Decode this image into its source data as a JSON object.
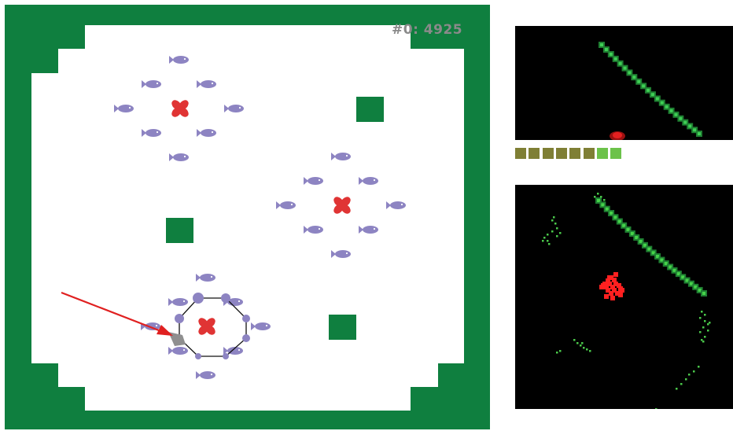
{
  "hud": {
    "score_text": "#0: 4925"
  },
  "colors": {
    "wall": "#0f7f3f",
    "floor": "#ffffff",
    "fish": "#8d84c2",
    "flower": "#e03434",
    "arrow": "#e02020",
    "sensor_outline": "#111111",
    "panel_bg": "#000000",
    "status_inactive": "#7f7f35",
    "status_active": "#6cc24a",
    "obs_snake": "#2aa84a",
    "obs_red": "#ff2020",
    "obs_dots": "#4ac84a"
  },
  "status_cells": [
    "inactive",
    "inactive",
    "inactive",
    "inactive",
    "inactive",
    "inactive",
    "active",
    "active"
  ],
  "icons": {
    "fish": "fish-icon",
    "flower": "flower-icon",
    "arrow": "arrow-icon",
    "agent": "agent-icon",
    "wall": "wall-block"
  }
}
